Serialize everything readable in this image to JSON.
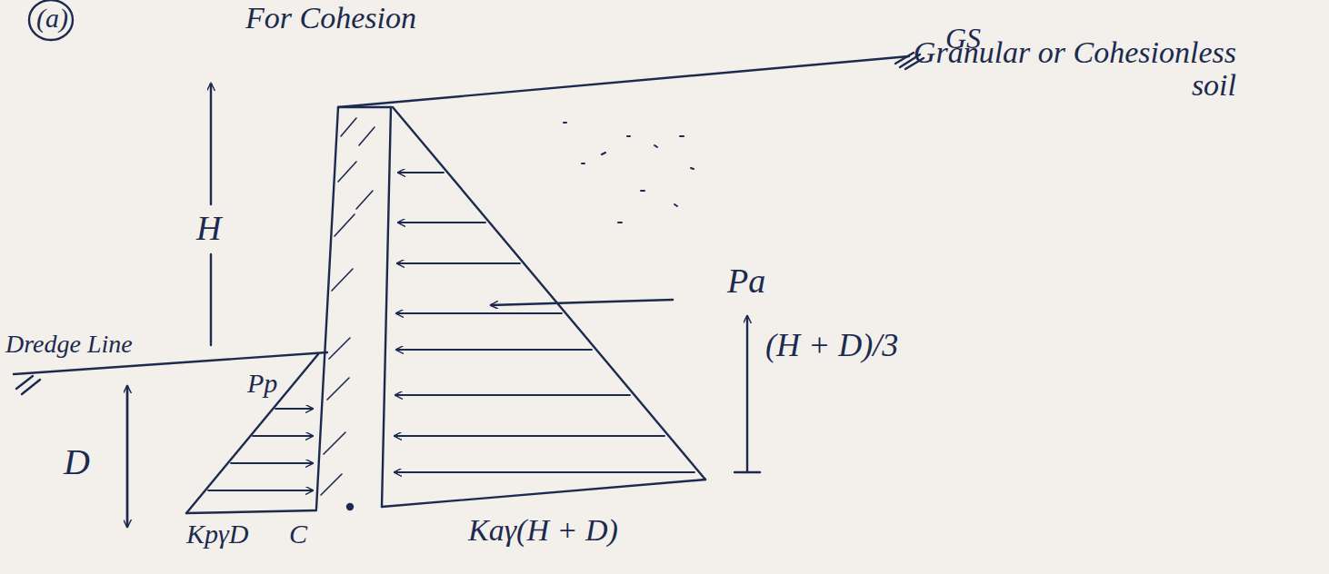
{
  "diagram": {
    "labels": [
      "(a)",
      "For Cohesion",
      "GS",
      "Granular or Cohesionless soil",
      "H",
      "Pa",
      "(H + D)/3",
      "Dredge Line",
      "D",
      "Pp",
      "KpγD",
      "C",
      "Kaγ(H + D)"
    ]
  }
}
